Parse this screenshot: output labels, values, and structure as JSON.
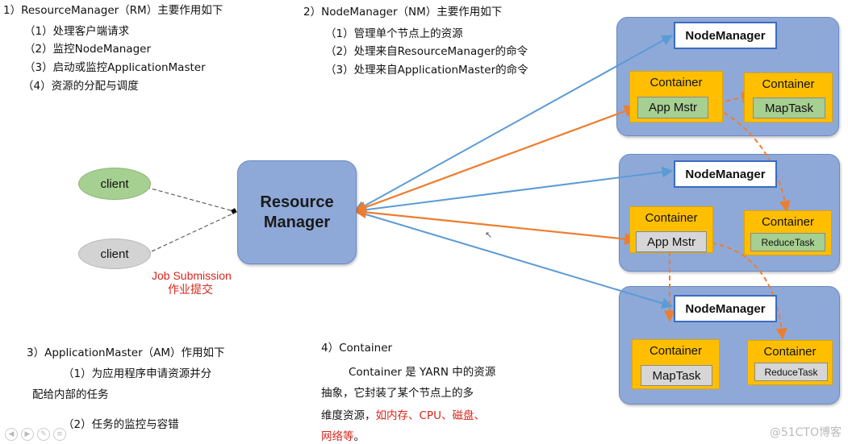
{
  "rm_section": {
    "heading": "1）ResourceManager（RM）主要作用如下",
    "items": [
      "（1）处理客户端请求",
      "（2）监控NodeManager",
      "（3）启动或监控ApplicationMaster",
      "（4）资源的分配与调度"
    ]
  },
  "nm_section": {
    "heading": "2）NodeManager（NM）主要作用如下",
    "items": [
      "（1）管理单个节点上的资源",
      "（2）处理来自ResourceManager的命令",
      "（3）处理来自ApplicationMaster的命令"
    ]
  },
  "am_section": {
    "heading": "3）ApplicationMaster（AM）作用如下",
    "line1": "（1）为应用程序申请资源并分",
    "line1b": "配给内部的任务",
    "line2": "（2）任务的监控与容错"
  },
  "container_section": {
    "heading": "4）Container",
    "line1": "Container 是 YARN 中的资源",
    "line2": "抽象，它封装了某个节点上的多",
    "line3_prefix": "维度资源，",
    "line3_highlight": "如内存、CPU、磁盘、",
    "line4_highlight": "网络等",
    "line4_suffix": "。"
  },
  "clients": [
    "client",
    "client"
  ],
  "job_submission": {
    "en": "Job Submission",
    "zh": "作业提交"
  },
  "resource_manager": {
    "line1": "Resource",
    "line2": "Manager"
  },
  "nodes": [
    {
      "title": "NodeManager",
      "c1": "Container",
      "c1_inner": "App Mstr",
      "c2": "Container",
      "c2_inner": "MapTask"
    },
    {
      "title": "NodeManager",
      "c1": "Container",
      "c1_inner": "App Mstr",
      "c2": "Container",
      "c2_inner": "ReduceTask"
    },
    {
      "title": "NodeManager",
      "c1": "Container",
      "c1_inner": "MapTask",
      "c2": "Container",
      "c2_inner": "ReduceTask"
    }
  ],
  "watermark": "@51CTO博客",
  "colors": {
    "node_blue": "#8ea9d8",
    "container_orange": "#ffbf00",
    "arrow_blue": "#5b9bd5",
    "arrow_orange": "#ed7d31",
    "red_text": "#d9261c"
  }
}
